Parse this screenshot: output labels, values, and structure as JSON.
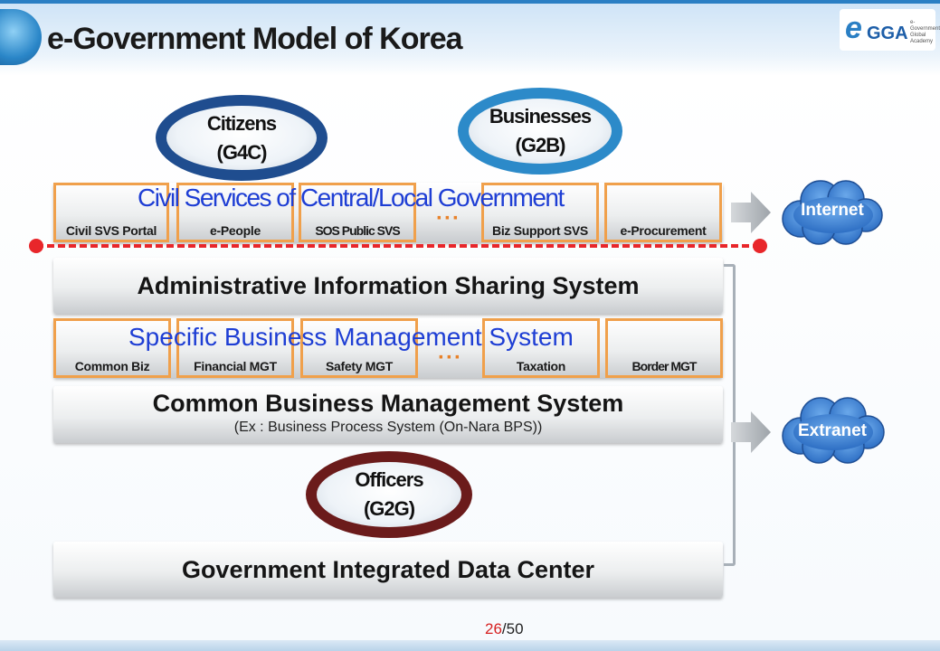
{
  "header": {
    "title": "e-Government Model of Korea",
    "logo_mark": "e",
    "logo_text": "GGA",
    "logo_subtext": "e-Government Global Academy"
  },
  "actors": {
    "citizens": "Citizens\n(G4C)",
    "businesses": "Businesses\n(G2B)",
    "officers": "Officers\n(G2G)"
  },
  "civil_services": {
    "title": "Civil Services of Central/Local Government",
    "items": [
      "Civil SVS Portal",
      "e-People",
      "SOS Public SVS",
      "Biz Support SVS",
      "e-Procurement"
    ],
    "ellipsis": "···"
  },
  "admin_sharing": "Administrative Information Sharing System",
  "specific_business": {
    "title": "Specific Business Management System",
    "items": [
      "Common Biz",
      "Financial MGT",
      "Safety MGT",
      "Taxation",
      "Border MGT"
    ],
    "ellipsis": "···"
  },
  "common_business": {
    "title": "Common Business Management System",
    "subtitle": "(Ex : Business Process System (On-Nara BPS))"
  },
  "data_center": "Government Integrated Data Center",
  "networks": {
    "internet": "Internet",
    "extranet": "Extranet"
  },
  "page": {
    "current": "26",
    "total": "/50"
  },
  "colors": {
    "accent_orange": "#f0a04b",
    "title_blue": "#1e3ed4",
    "red_line": "#e8262a",
    "cloud_blue": "#3a7fd0"
  }
}
